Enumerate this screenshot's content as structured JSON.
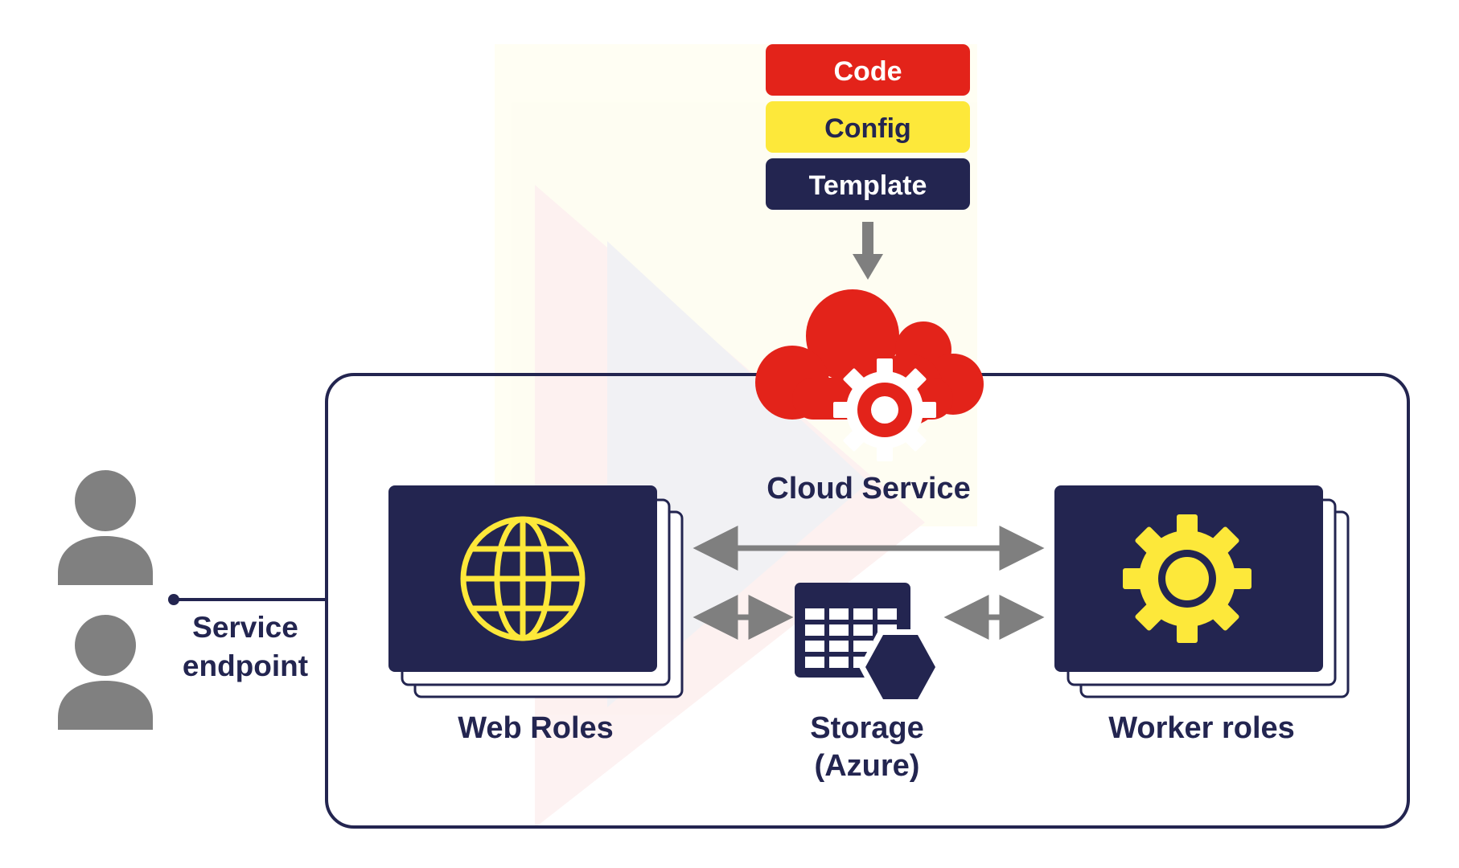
{
  "stack": {
    "code_label": "Code",
    "config_label": "Config",
    "template_label": "Template"
  },
  "cloud_service": {
    "label": "Cloud Service",
    "icon": "cloud-gear-icon"
  },
  "web_roles": {
    "label": "Web Roles",
    "icon": "globe-icon"
  },
  "worker_roles": {
    "label": "Worker roles",
    "icon": "gear-icon"
  },
  "storage": {
    "label_line1": "Storage",
    "label_line2": "(Azure)",
    "icon": "storage-table-icon"
  },
  "endpoint": {
    "label_line1": "Service",
    "label_line2": "endpoint"
  },
  "users": {
    "icon": "user-icon",
    "count": 2
  },
  "colors": {
    "navy": "#232550",
    "red": "#e3231a",
    "yellow": "#fde83a",
    "gray_arrow": "#7f7f7f",
    "gray_user": "#808080",
    "frame": "#232550"
  }
}
